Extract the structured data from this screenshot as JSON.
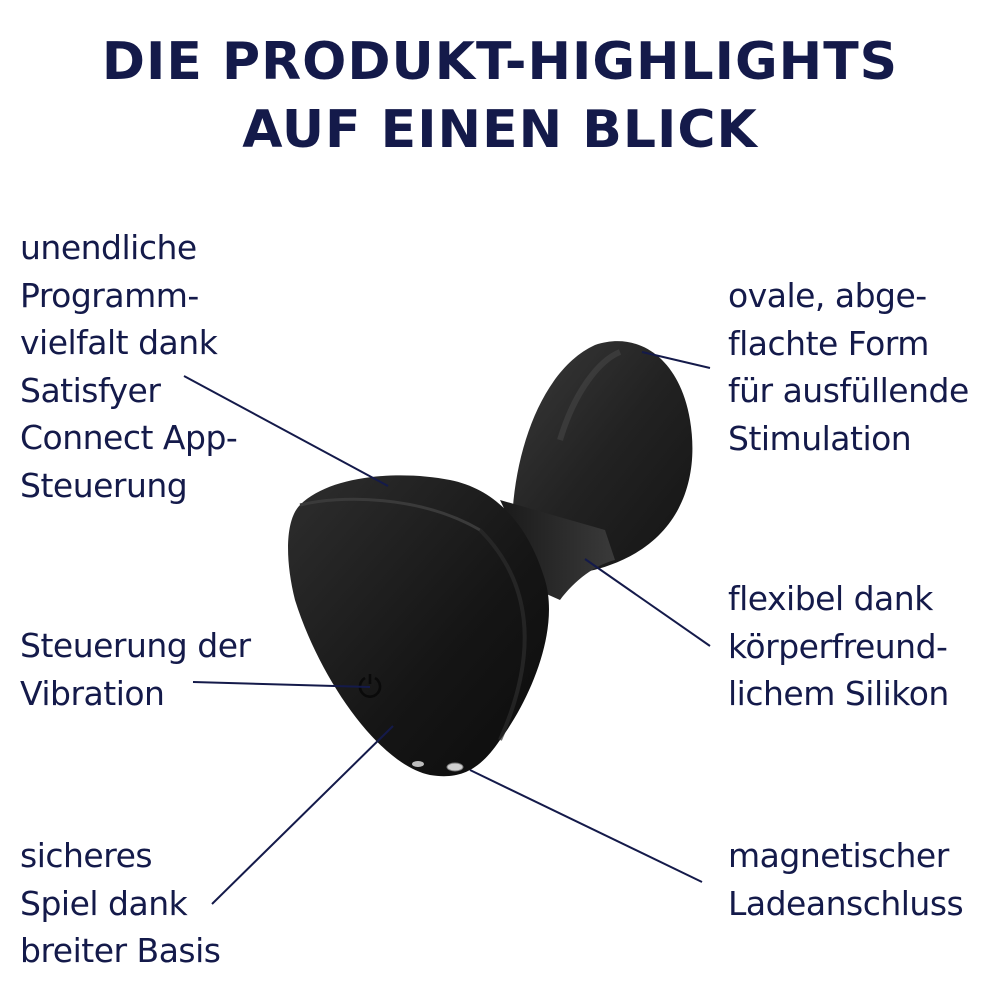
{
  "header": {
    "title_line1": "DIE PRODUKT-HIGHLIGHTS",
    "title_line2": "AUF EINEN BLICK"
  },
  "colors": {
    "text": "#141a4a",
    "background": "#ffffff",
    "product": "#1c1c1c",
    "callout_line": "#141a4a"
  },
  "features": {
    "app_control": {
      "lines": [
        "unendliche",
        "Programm-",
        "vielfalt dank",
        "Satisfyer",
        "Connect App-",
        "Steuerung"
      ]
    },
    "shape": {
      "lines": [
        "ovale, abge-",
        "flachte Form",
        "für ausfüllende",
        "Stimulation"
      ]
    },
    "vibration_control": {
      "lines": [
        "Steuerung der",
        "Vibration"
      ]
    },
    "flexible": {
      "lines": [
        "flexibel dank",
        "körperfreund-",
        "lichem Silikon"
      ]
    },
    "safe_base": {
      "lines": [
        "sicheres",
        "Spiel dank",
        "breiter Basis"
      ]
    },
    "magnetic_charging": {
      "lines": [
        "magnetischer",
        "Ladeanschluss"
      ]
    }
  },
  "product": {
    "icon": "power-icon"
  }
}
